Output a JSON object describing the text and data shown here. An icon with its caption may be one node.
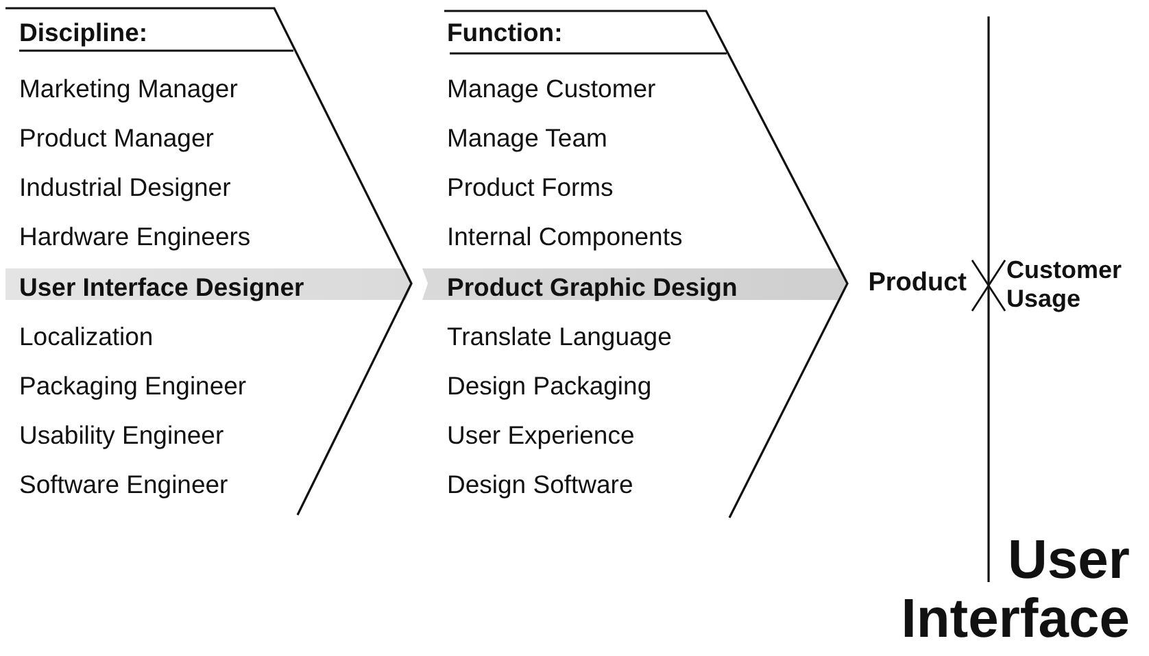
{
  "diagram": {
    "nodes": [
      {
        "text": [
          "Discipline:",
          "Marketing Manager",
          "Product Manager",
          "Industrial Designer",
          "Hardware Engineers",
          "User Interface Designer",
          "Localization",
          "Packaging Engineer",
          "Usability Engineer",
          "Software Engineer"
        ]
      },
      {
        "text": [
          "Function:",
          "Manage Customer",
          "Manage Team",
          "Product Forms",
          "Internal Components",
          "Product Graphic Design",
          "Translate Language",
          "Design Packaging",
          "User Experience",
          "Design Software"
        ]
      }
    ],
    "labels": [
      "Product",
      "Customer Usage",
      "User Interface"
    ]
  }
}
